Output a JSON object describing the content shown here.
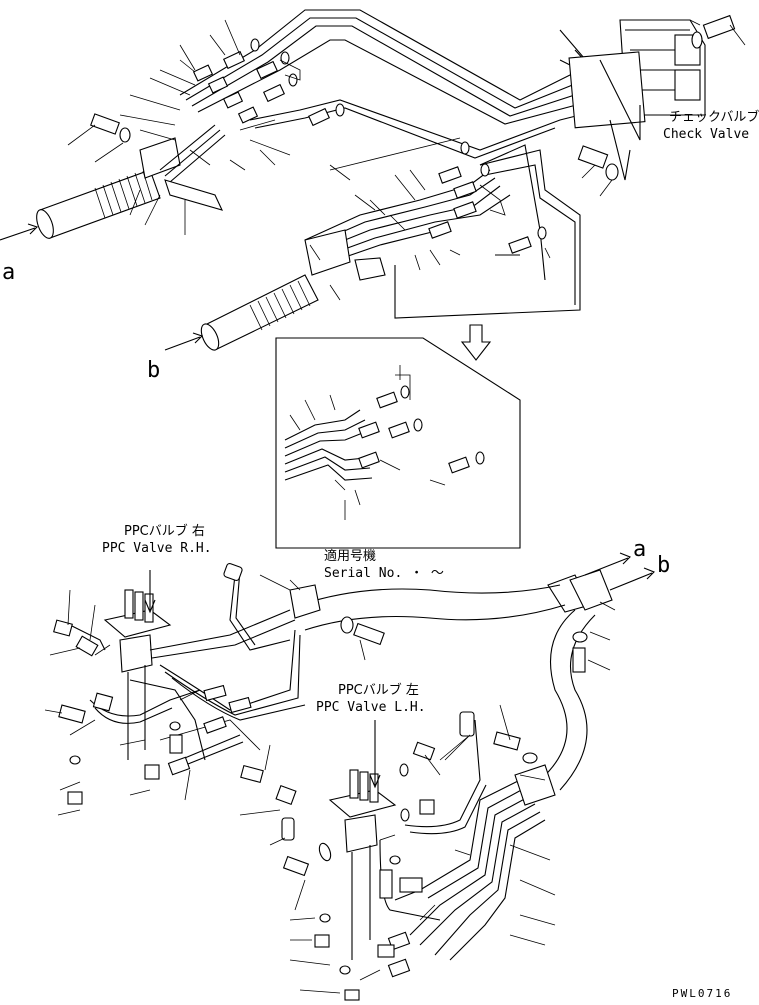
{
  "labels": {
    "check_valve_jp": "チェックバルブ",
    "check_valve_en": "Check Valve",
    "ppc_rh_jp": "PPCバルブ 右",
    "ppc_rh_en": "PPC Valve R.H.",
    "ppc_lh_jp": "PPCバルブ 左",
    "ppc_lh_en": "PPC Valve L.H.",
    "serial_jp": "適用号機",
    "serial_en": "Serial No.  ・  ～",
    "ref_a_top": "a",
    "ref_b_top": "b",
    "ref_a_bottom": "a",
    "ref_b_bottom": "b",
    "drawing_code": "PWL0716"
  }
}
